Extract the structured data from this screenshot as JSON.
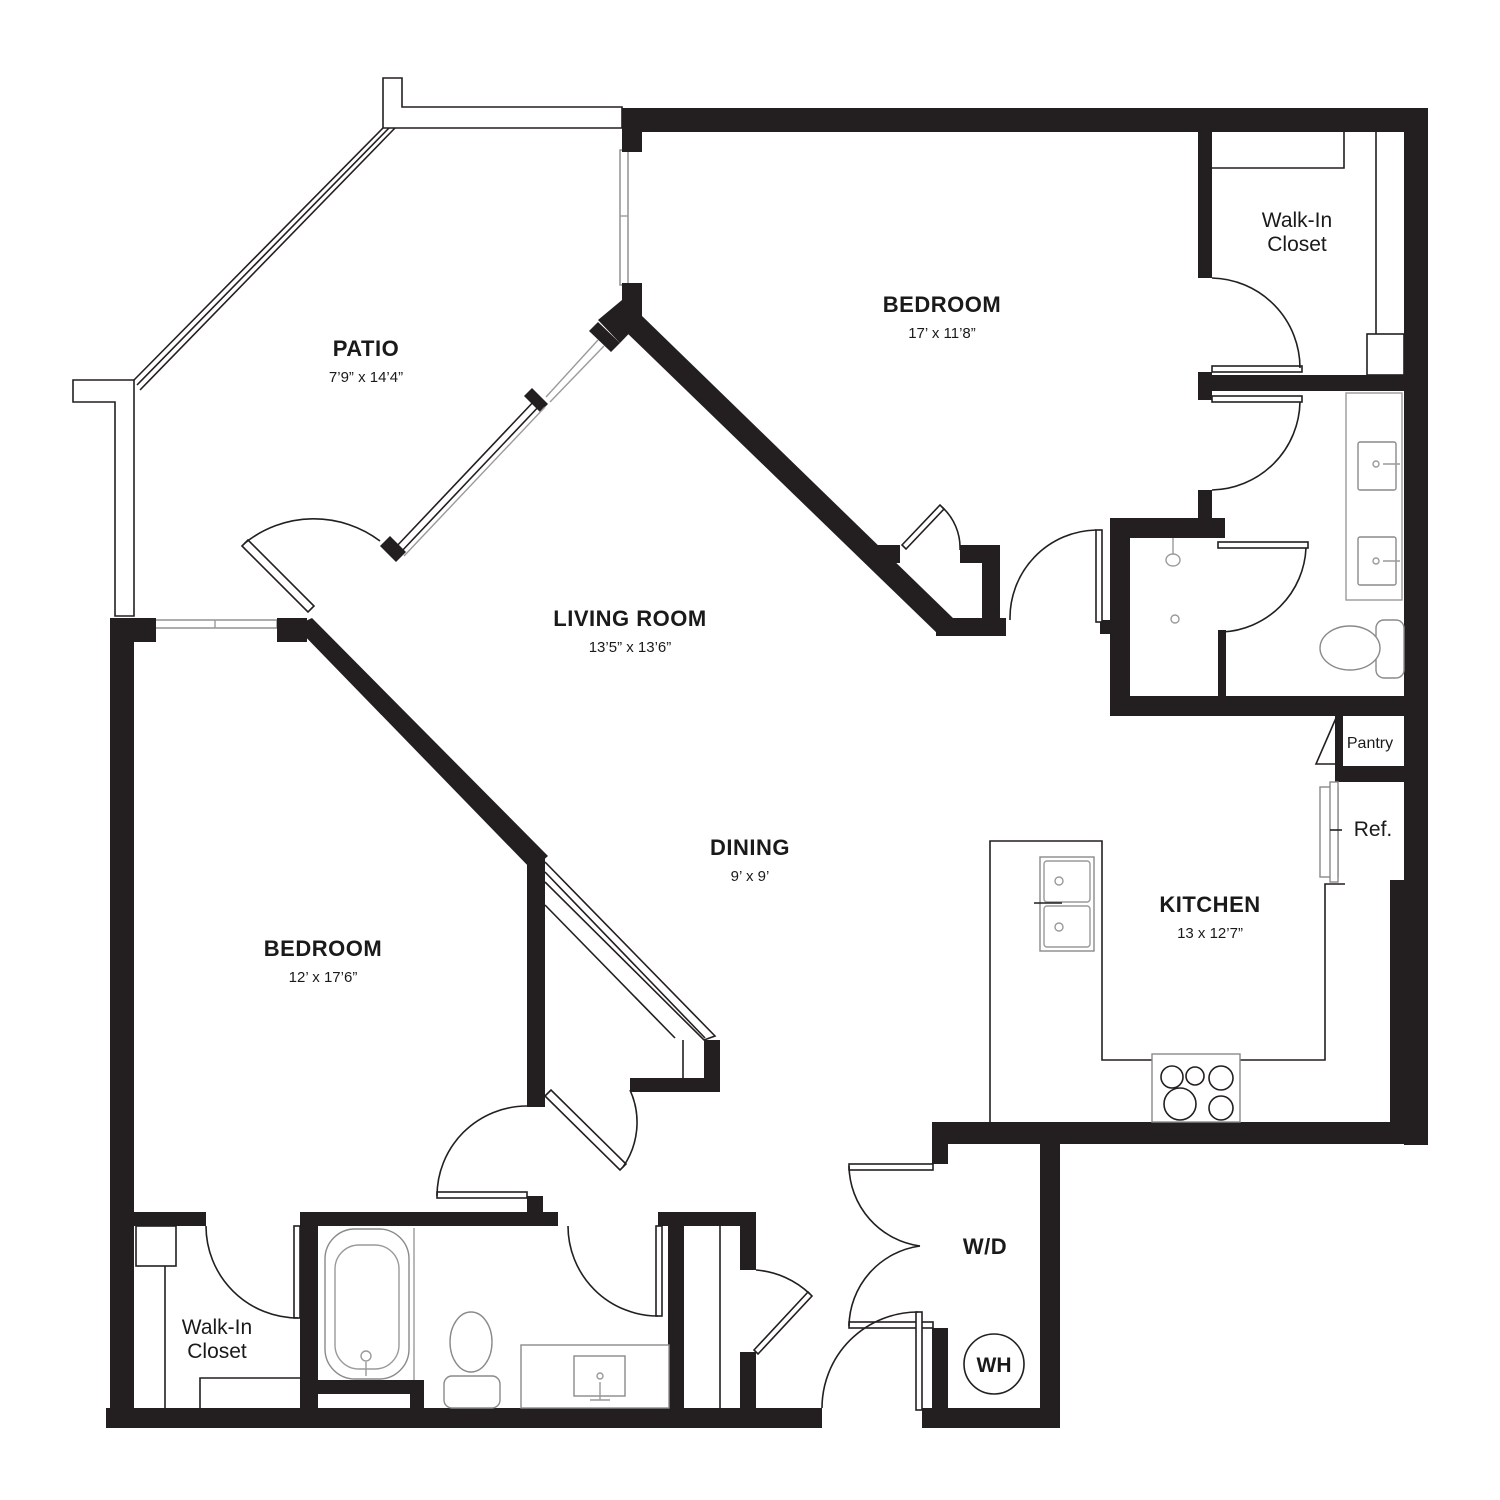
{
  "floor_plan": {
    "rooms": [
      {
        "id": "patio",
        "title": "PATIO",
        "dimensions": "7’9” x 14’4”"
      },
      {
        "id": "bedroom_primary",
        "title": "BEDROOM",
        "dimensions": "17’ x 11’8”"
      },
      {
        "id": "living_room",
        "title": "LIVING ROOM",
        "dimensions": "13’5” x 13’6”"
      },
      {
        "id": "dining",
        "title": "DINING",
        "dimensions": "9’ x 9’"
      },
      {
        "id": "bedroom_secondary",
        "title": "BEDROOM",
        "dimensions": "12’ x 17’6”"
      },
      {
        "id": "kitchen",
        "title": "KITCHEN",
        "dimensions": "13 x 12’7”"
      }
    ],
    "labels": {
      "walkin_closet_top_line1": "Walk-In",
      "walkin_closet_top_line2": "Closet",
      "walkin_closet_bottom_line1": "Walk-In",
      "walkin_closet_bottom_line2": "Closet",
      "pantry": "Pantry",
      "refrigerator": "Ref.",
      "washer_dryer": "W/D",
      "water_heater": "WH"
    },
    "colors": {
      "wall": "#231f20",
      "background": "#ffffff",
      "fixture_grey": "#9a9a9a"
    }
  }
}
